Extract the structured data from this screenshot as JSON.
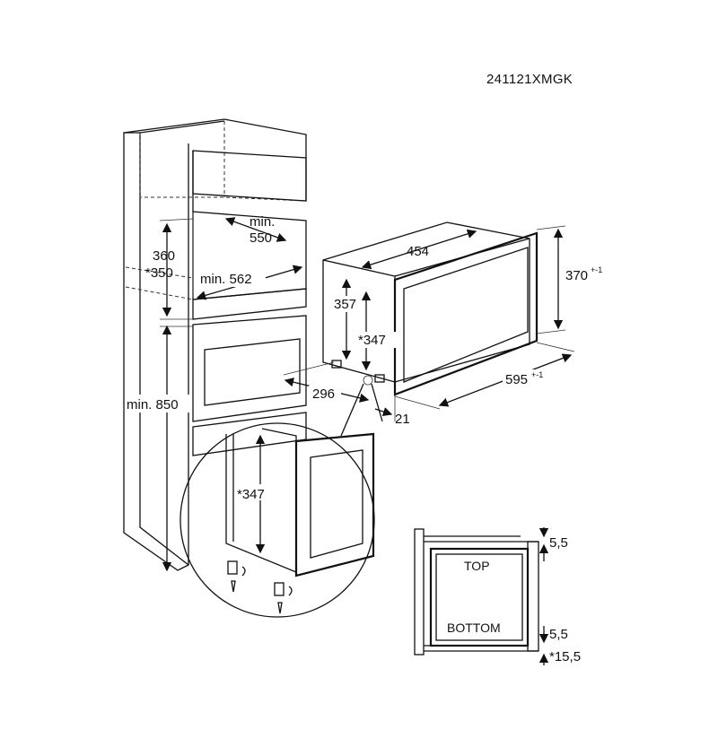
{
  "model_code": "241121XMGK",
  "cabinet": {
    "min_550": [
      "min.",
      "550"
    ],
    "h_360": "360",
    "h_350": "*350",
    "w_562": "min. 562",
    "h_850": "min. 850"
  },
  "appliance": {
    "w_454": "454",
    "h_370": "370",
    "h_370_tol": "+-1",
    "h_357": "357",
    "h_347": "*347",
    "d_296": "296",
    "d_21": "21",
    "w_595": "595",
    "w_595_tol": "+-1"
  },
  "detail": {
    "h_347": "*347"
  },
  "panel": {
    "top": "TOP",
    "bottom": "BOTTOM",
    "gap_top": "5,5",
    "gap_bottom": "5,5",
    "gap_bottom2": "*15,5"
  },
  "colors": {
    "line": "#111111",
    "background": "#ffffff"
  }
}
